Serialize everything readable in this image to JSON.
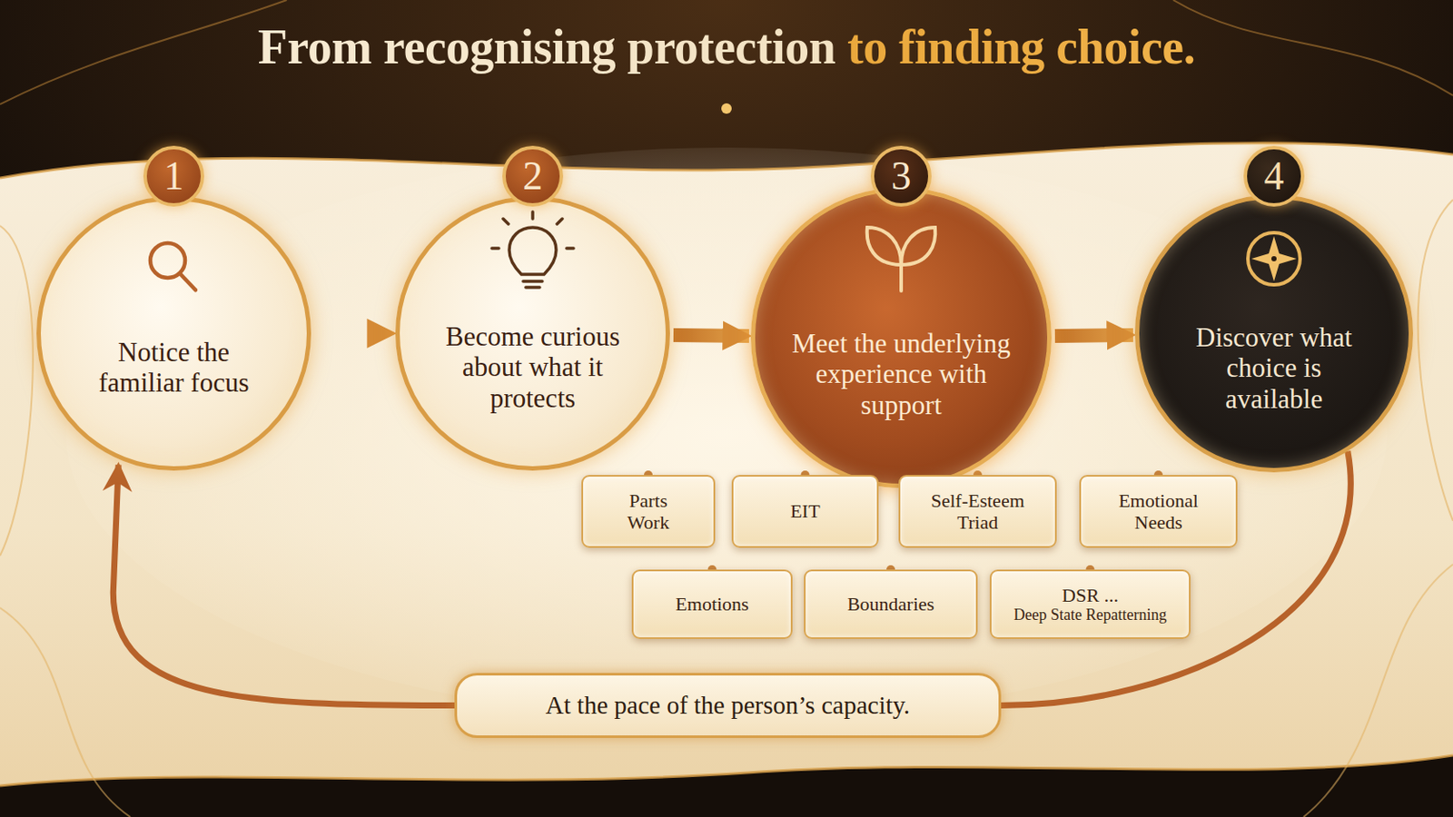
{
  "diagram": {
    "title": "From recognising protection to finding choice.",
    "nodes": [
      {
        "text": [
          "1",
          "Notice the familiar focus"
        ]
      },
      {
        "text": [
          "2",
          "Become curious about what it protects"
        ]
      },
      {
        "text": [
          "3",
          "Meet the underlying experience with support"
        ]
      },
      {
        "text": [
          "4",
          "Discover what choice is available"
        ]
      },
      {
        "text": [
          "Parts Work"
        ]
      },
      {
        "text": [
          "EIT"
        ]
      },
      {
        "text": [
          "Self-Esteem Triad"
        ]
      },
      {
        "text": [
          "Emotional Needs"
        ]
      },
      {
        "text": [
          "Emotions"
        ]
      },
      {
        "text": [
          "Boundaries"
        ]
      },
      {
        "text": [
          "DSR ...",
          "Deep State Repatterning"
        ]
      },
      {
        "text": [
          "At the pace of the person’s capacity."
        ]
      }
    ],
    "edges": [
      {
        "from": 0,
        "to": 1,
        "arrow": "to"
      },
      {
        "from": 1,
        "to": 2,
        "arrow": "to"
      },
      {
        "from": 2,
        "to": 3,
        "arrow": "to"
      },
      {
        "from": 2,
        "to": 4,
        "arrow": "none"
      },
      {
        "from": 2,
        "to": 5,
        "arrow": "none"
      },
      {
        "from": 2,
        "to": 6,
        "arrow": "none"
      },
      {
        "from": 2,
        "to": 7,
        "arrow": "none"
      },
      {
        "from": 2,
        "to": 8,
        "arrow": "none"
      },
      {
        "from": 2,
        "to": 9,
        "arrow": "none"
      },
      {
        "from": 2,
        "to": 10,
        "arrow": "none"
      },
      {
        "from": 3,
        "to": 11,
        "arrow": "none"
      },
      {
        "from": 11,
        "to": 0,
        "arrow": "to"
      }
    ]
  }
}
